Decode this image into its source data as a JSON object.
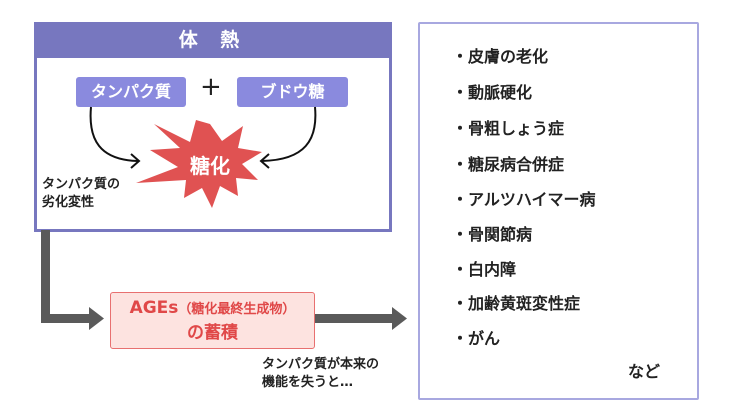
{
  "header": {
    "title": "体 熱"
  },
  "inputs": {
    "protein": "タンパク質",
    "plus": "+",
    "glucose": "ブドウ糖"
  },
  "reaction": {
    "label": "糖化"
  },
  "note_denature": [
    "タンパク質の",
    "劣化変性"
  ],
  "ages": {
    "line1_main": "AGEs",
    "line1_sub": "（糖化最終生成物）",
    "line2": "の蓄積"
  },
  "note_loss": [
    "タンパク質が本来の",
    "機能を失うと…"
  ],
  "diseases": [
    "・皮膚の老化",
    "・動脈硬化",
    "・骨粗しょう症",
    "・糖尿病合併症",
    "・アルツハイマー病",
    "・骨関節病",
    "・白内障",
    "・加齢黄斑変性症",
    "・がん"
  ],
  "etc": "など",
  "colors": {
    "header": "#7777bf",
    "pill": "#8a8ade",
    "burst": "#e05252",
    "ages_fill": "#fde3e0",
    "ages_text": "#e04848",
    "connector": "#5a5a5a",
    "right_border": "#a8a8e0"
  }
}
